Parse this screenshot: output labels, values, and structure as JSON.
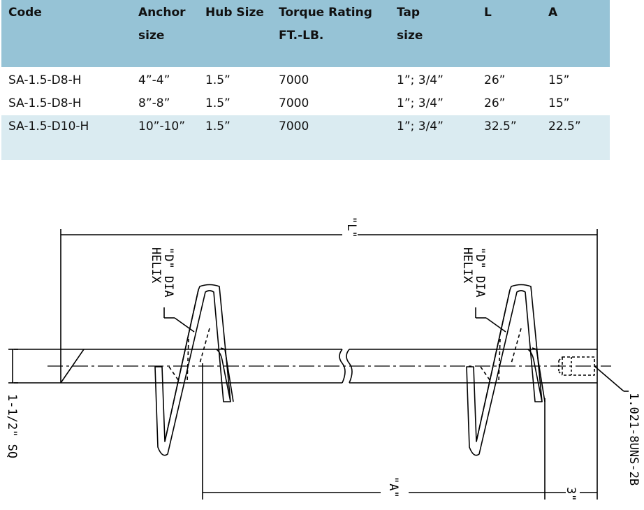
{
  "table": {
    "headers": [
      [
        "Code",
        ""
      ],
      [
        "Anchor",
        "size"
      ],
      [
        "Hub Size",
        ""
      ],
      [
        "Torque Rating",
        "FT.-LB."
      ],
      [
        "Tap",
        "size"
      ],
      [
        "L",
        ""
      ],
      [
        "A",
        ""
      ]
    ],
    "rows": [
      [
        "SA-1.5-D8-H",
        "4”-4”",
        "1.5”",
        "7000",
        "1”; 3/4”",
        "26”",
        "15”"
      ],
      [
        "SA-1.5-D8-H",
        "8”-8”",
        "1.5”",
        "7000",
        "1”; 3/4”",
        "26”",
        "15”"
      ],
      [
        "SA-1.5-D10-H",
        "10”-10”",
        "1.5”",
        "7000",
        "1”; 3/4”",
        "32.5”",
        "22.5”"
      ]
    ]
  },
  "drawing": {
    "label_L": "\"L\"",
    "helix_label_line1": "\"D\" DIA",
    "helix_label_line2": "HELIX",
    "shaft_size_label": "1-1/2\" SQ",
    "thread_label": "1.021-8UNS-2B",
    "label_A": "\"A\"",
    "label_3": "3\""
  },
  "colors": {
    "header_bg": "#96c3d6",
    "shaded_row_bg": "#daebf1"
  }
}
